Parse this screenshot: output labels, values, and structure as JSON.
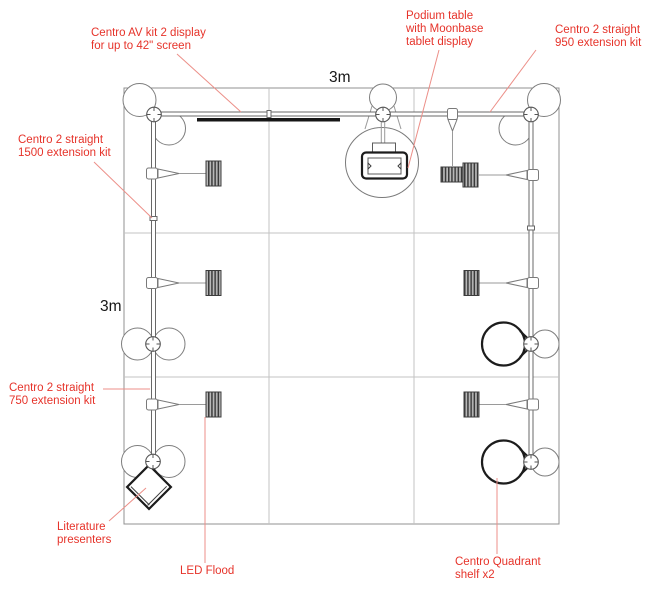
{
  "colors": {
    "label_red": "#e6332a",
    "leader_red": "#ec8f88",
    "bold_line": "#1c1c1c"
  },
  "dimensions": {
    "top": "3m",
    "left": "3m"
  },
  "annotations": {
    "av_kit": {
      "lines": [
        "Centro AV kit 2 display",
        "for up to 42\" screen"
      ]
    },
    "podium": {
      "lines": [
        "Podium table",
        "with Moonbase",
        "tablet display"
      ]
    },
    "ext950": {
      "lines": [
        "Centro 2 straight",
        "950 extension kit"
      ]
    },
    "ext1500": {
      "lines": [
        "Centro 2 straight",
        "1500 extension kit"
      ]
    },
    "ext750": {
      "lines": [
        "Centro 2 straight",
        "750 extension kit"
      ]
    },
    "literature": {
      "lines": [
        "Literature",
        "presenters"
      ]
    },
    "led_flood": {
      "lines": [
        "LED Flood"
      ]
    },
    "quadrant": {
      "lines": [
        "Centro Quadrant",
        "shelf x2"
      ]
    }
  }
}
